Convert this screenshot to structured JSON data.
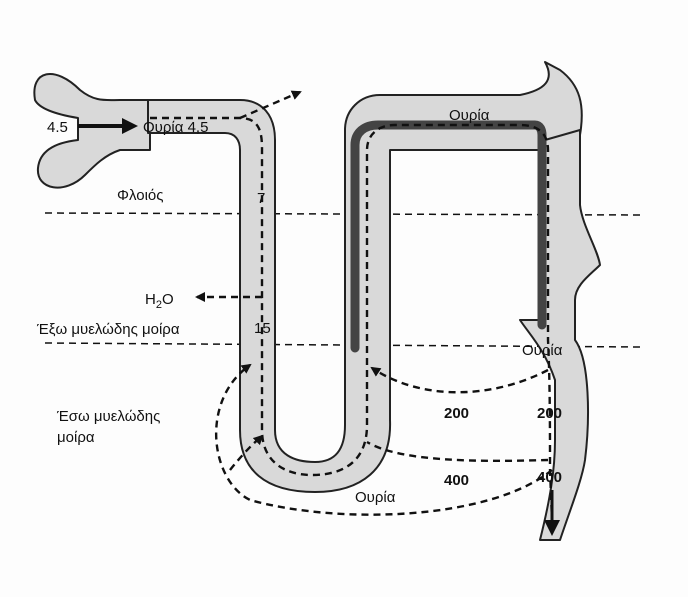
{
  "labels": {
    "input_value": "4.5",
    "urea_bowman": "Ουρία 4,5",
    "cortex": "Φλοιός",
    "outer_medulla": "Έξω μυελώδης μοίρα",
    "inner_medulla_line1": "Έσω μυελώδης",
    "inner_medulla_line2": "μοίρα",
    "conc_7": "7",
    "conc_15": "15",
    "water_H": "H",
    "water_sub": "2",
    "water_O": "O",
    "urea_distal": "Ουρία",
    "urea_collecting": "Ουρία",
    "urea_bottom": "Ουρία",
    "interstitium_200": "200",
    "interstitium_400": "400",
    "duct_200": "200",
    "duct_400": "400"
  },
  "colors": {
    "tubule_fill": "#d9d9d9",
    "outline": "#222222",
    "thick_limb": "#444444",
    "text": "#111111"
  }
}
